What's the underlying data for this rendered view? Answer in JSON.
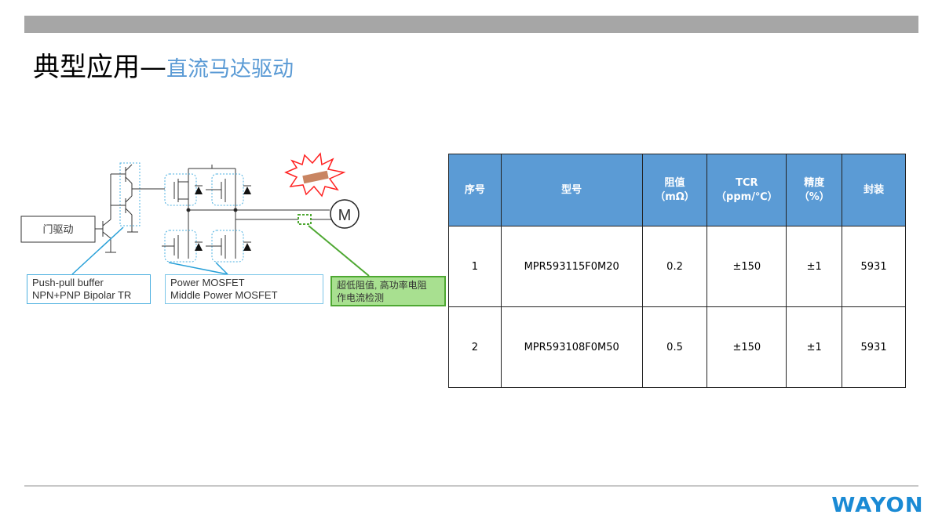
{
  "title": {
    "main": "典型应用—",
    "sub": "直流马达驱动"
  },
  "diagram": {
    "gate_driver_label": "门驱动",
    "motor_label": "M",
    "push_pull_line1": "Push-pull buffer",
    "push_pull_line2": "NPN+PNP Bipolar TR",
    "mosfet_line1": "Power MOSFET",
    "mosfet_line2": "Middle Power MOSFET",
    "resistor_line1": "超低阻值, 高功率电阻",
    "resistor_line2": "作电流检测"
  },
  "table": {
    "headers": [
      {
        "line1": "序号",
        "line2": ""
      },
      {
        "line1": "型号",
        "line2": ""
      },
      {
        "line1": "阻值",
        "line2": "（mΩ）"
      },
      {
        "line1": "TCR",
        "line2": "（ppm/℃）"
      },
      {
        "line1": "精度",
        "line2": "（%）"
      },
      {
        "line1": "封装",
        "line2": ""
      }
    ],
    "rows": [
      [
        "1",
        "MPR593115F0M20",
        "0.2",
        "±150",
        "±1",
        "5931"
      ],
      [
        "2",
        "MPR593108F0M50",
        "0.5",
        "±150",
        "±1",
        "5931"
      ]
    ]
  },
  "logo": "WAYON",
  "colors": {
    "accent": "#5b9bd5",
    "green": "#4ea832",
    "logo": "#1a8ad4"
  }
}
